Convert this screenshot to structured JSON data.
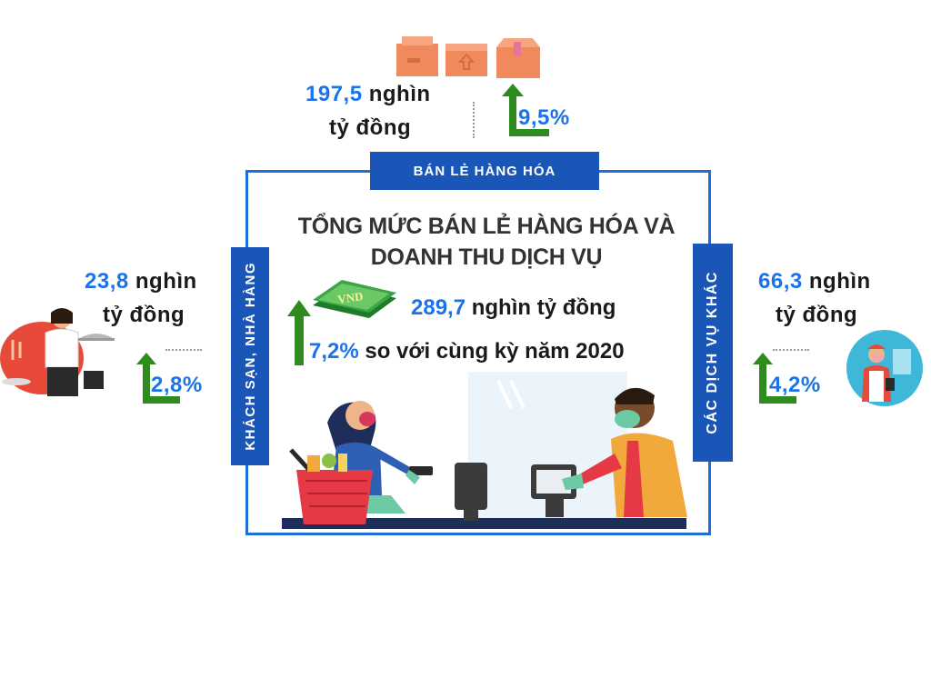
{
  "center": {
    "title_line1": "TỔNG MỨC BÁN LẺ HÀNG HÓA VÀ",
    "title_line2": "DOANH THU DỊCH VỤ",
    "total_value": "289,7",
    "total_unit": "nghìn tỷ đồng",
    "growth_value": "7,2%",
    "growth_text": "so với cùng kỳ năm 2020",
    "money_label": "VND"
  },
  "top": {
    "banner": "BÁN LẺ HÀNG HÓA",
    "value": "197,5",
    "unit_line1": "nghìn",
    "unit_line2": "tỷ đồng",
    "growth": "9,5%"
  },
  "left": {
    "banner": "KHÁCH SẠN, NHÀ HÀNG",
    "value": "23,8",
    "unit_line1": "nghìn",
    "unit_line2": "tỷ đồng",
    "growth": "2,8%"
  },
  "right": {
    "banner": "CÁC DỊCH VỤ KHÁC",
    "value": "66,3",
    "unit_line1": "nghìn",
    "unit_line2": "tỷ đồng",
    "growth": "4,2%"
  },
  "colors": {
    "accent_blue": "#1a73e8",
    "banner_blue": "#1a56b8",
    "arrow_green": "#2e8b1e",
    "box_orange": "#f08a5d"
  },
  "icons": [
    "boxes-icon",
    "up-arrow-icon",
    "money-stack-icon",
    "waiter-icon",
    "service-worker-icon",
    "cashier-scene-illustration"
  ]
}
